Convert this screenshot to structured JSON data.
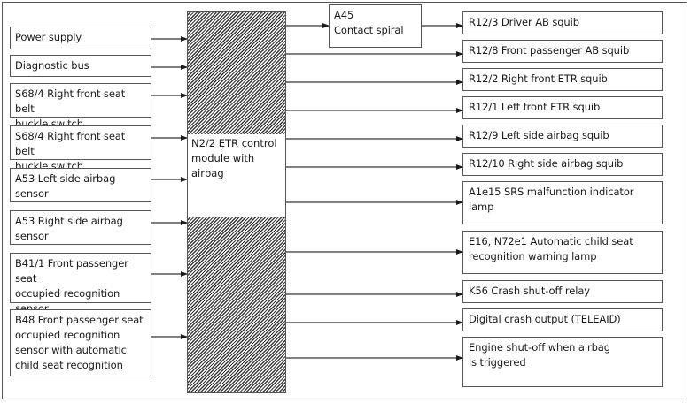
{
  "diagram": {
    "title": "N2/2 ETR control module with airbag block diagram",
    "control_module": {
      "label_lines": [
        "N2/2 ETR control",
        "module with",
        "airbag"
      ]
    },
    "inputs": [
      {
        "id": "power-supply",
        "lines": [
          "Power supply"
        ]
      },
      {
        "id": "diagnostic-bus",
        "lines": [
          "Diagnostic bus"
        ]
      },
      {
        "id": "s68-4-a",
        "lines": [
          "S68/4 Right front seat belt",
          "buckle switch"
        ]
      },
      {
        "id": "s68-4-b",
        "lines": [
          "S68/4 Right front seat belt",
          "buckle switch"
        ]
      },
      {
        "id": "a53-left",
        "lines": [
          "A53 Left side airbag sensor"
        ]
      },
      {
        "id": "a53-right",
        "lines": [
          "A53 Right side airbag",
          "sensor"
        ]
      },
      {
        "id": "b41-1",
        "lines": [
          "B41/1 Front passenger seat",
          "occupied recognition",
          "sensor"
        ]
      },
      {
        "id": "b48",
        "lines": [
          "B48 Front passenger seat",
          "occupied recognition",
          "sensor with automatic",
          "child seat recognition"
        ]
      }
    ],
    "intermediate": {
      "id": "a45",
      "lines": [
        "A45",
        "Contact spiral"
      ]
    },
    "outputs": [
      {
        "id": "r12-3",
        "lines": [
          "R12/3 Driver AB squib"
        ],
        "via": "a45"
      },
      {
        "id": "r12-8",
        "lines": [
          "R12/8 Front passenger AB squib"
        ]
      },
      {
        "id": "r12-2",
        "lines": [
          "R12/2 Right front ETR squib"
        ]
      },
      {
        "id": "r12-1",
        "lines": [
          "R12/1 Left front ETR squib"
        ]
      },
      {
        "id": "r12-9",
        "lines": [
          "R12/9 Left side airbag squib"
        ]
      },
      {
        "id": "r12-10",
        "lines": [
          "R12/10 Right side airbag squib"
        ]
      },
      {
        "id": "a1e15",
        "lines": [
          "A1e15 SRS malfunction indicator lamp"
        ]
      },
      {
        "id": "e16-n72e1",
        "lines": [
          "E16, N72e1 Automatic child seat",
          "recognition warning lamp"
        ]
      },
      {
        "id": "k56",
        "lines": [
          "K56 Crash shut-off relay"
        ]
      },
      {
        "id": "digital-crash",
        "lines": [
          "Digital crash output (TELEAID)"
        ]
      },
      {
        "id": "engine-shutoff",
        "lines": [
          "Engine shut-off when airbag",
          "is triggered"
        ]
      }
    ]
  }
}
